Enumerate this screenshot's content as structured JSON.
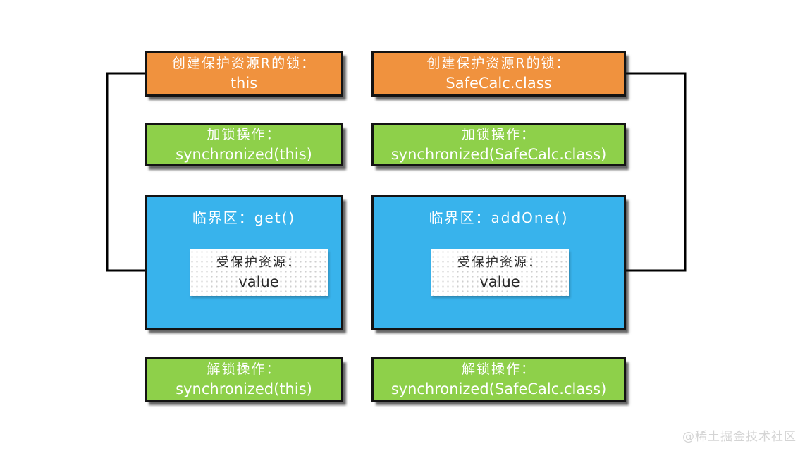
{
  "diagram_title": "synchronized lock diagram (this lock vs class lock)",
  "watermark": "@稀土掘金技术社区",
  "colors": {
    "box_orange": "#F0923E",
    "box_green": "#8ED04A",
    "box_blue": "#38B3EC",
    "box_border": "#131313",
    "arrow": "#000000",
    "resource_box_bg": "#FFFFFF",
    "resource_dot": "#CFCFCF",
    "watermark_gray": "#D4D4D4"
  },
  "columns": [
    {
      "id": "this-lock",
      "lock": {
        "line1": "创建保护资源R的锁：",
        "line2": "this"
      },
      "lock_op": {
        "line1": "加锁操作：",
        "line2": "synchronized(this)"
      },
      "critical": {
        "title": "临界区：get()"
      },
      "resource": {
        "line1": "受保护资源：",
        "line2": "value"
      },
      "unlock_op": {
        "line1": "解锁操作：",
        "line2": "synchronized(this)"
      }
    },
    {
      "id": "class-lock",
      "lock": {
        "line1": "创建保护资源R的锁：",
        "line2": "SafeCalc.class"
      },
      "lock_op": {
        "line1": "加锁操作：",
        "line2": "synchronized(SafeCalc.class)"
      },
      "critical": {
        "title": "临界区：addOne()"
      },
      "resource": {
        "line1": "受保护资源：",
        "line2": "value"
      },
      "unlock_op": {
        "line1": "解锁操作：",
        "line2": "synchronized(SafeCalc.class)"
      }
    }
  ]
}
